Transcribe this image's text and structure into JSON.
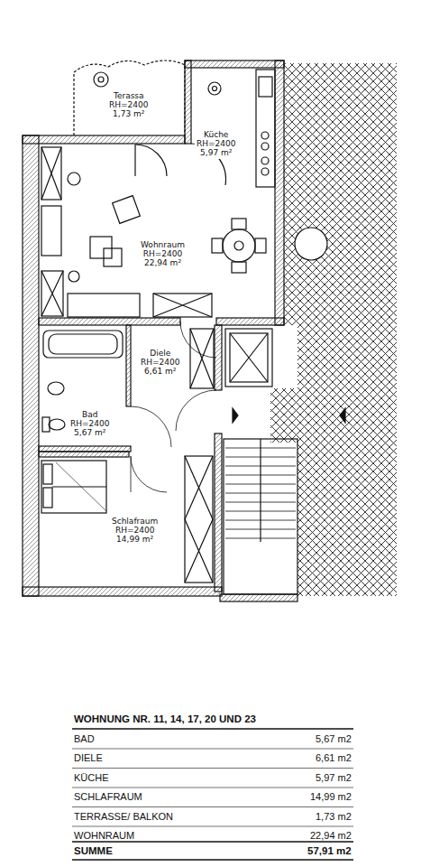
{
  "diagram": {
    "nodes": [
      {
        "text": [
          "Terassa",
          "RH=2400",
          "1,73 m²"
        ]
      },
      {
        "text": [
          "Küche",
          "RH=2400",
          "5,97 m²"
        ]
      },
      {
        "text": [
          "Wohnraum",
          "RH=2400",
          "22,94 m²"
        ]
      },
      {
        "text": [
          "Diele",
          "RH=2400",
          "6,61 m²"
        ]
      },
      {
        "text": [
          "Bad",
          "RH=2400",
          "5,67 m²"
        ]
      },
      {
        "text": [
          "Schlafraum",
          "RH=2400",
          "14,99 m²"
        ]
      }
    ],
    "labels": [
      "WOHNUNG NR. 11, 14, 17, 20 UND 23",
      "BAD",
      "5,67 m2",
      "DIELE",
      "6,61 m2",
      "KÜCHE",
      "5,97 m2",
      "SCHLAFRAUM",
      "14,99 m2",
      "TERRASSE/ BALKON",
      "1,73 m2",
      "WOHNRAUM",
      "22,94 m2",
      "SUMME",
      "57,91 m2"
    ]
  }
}
